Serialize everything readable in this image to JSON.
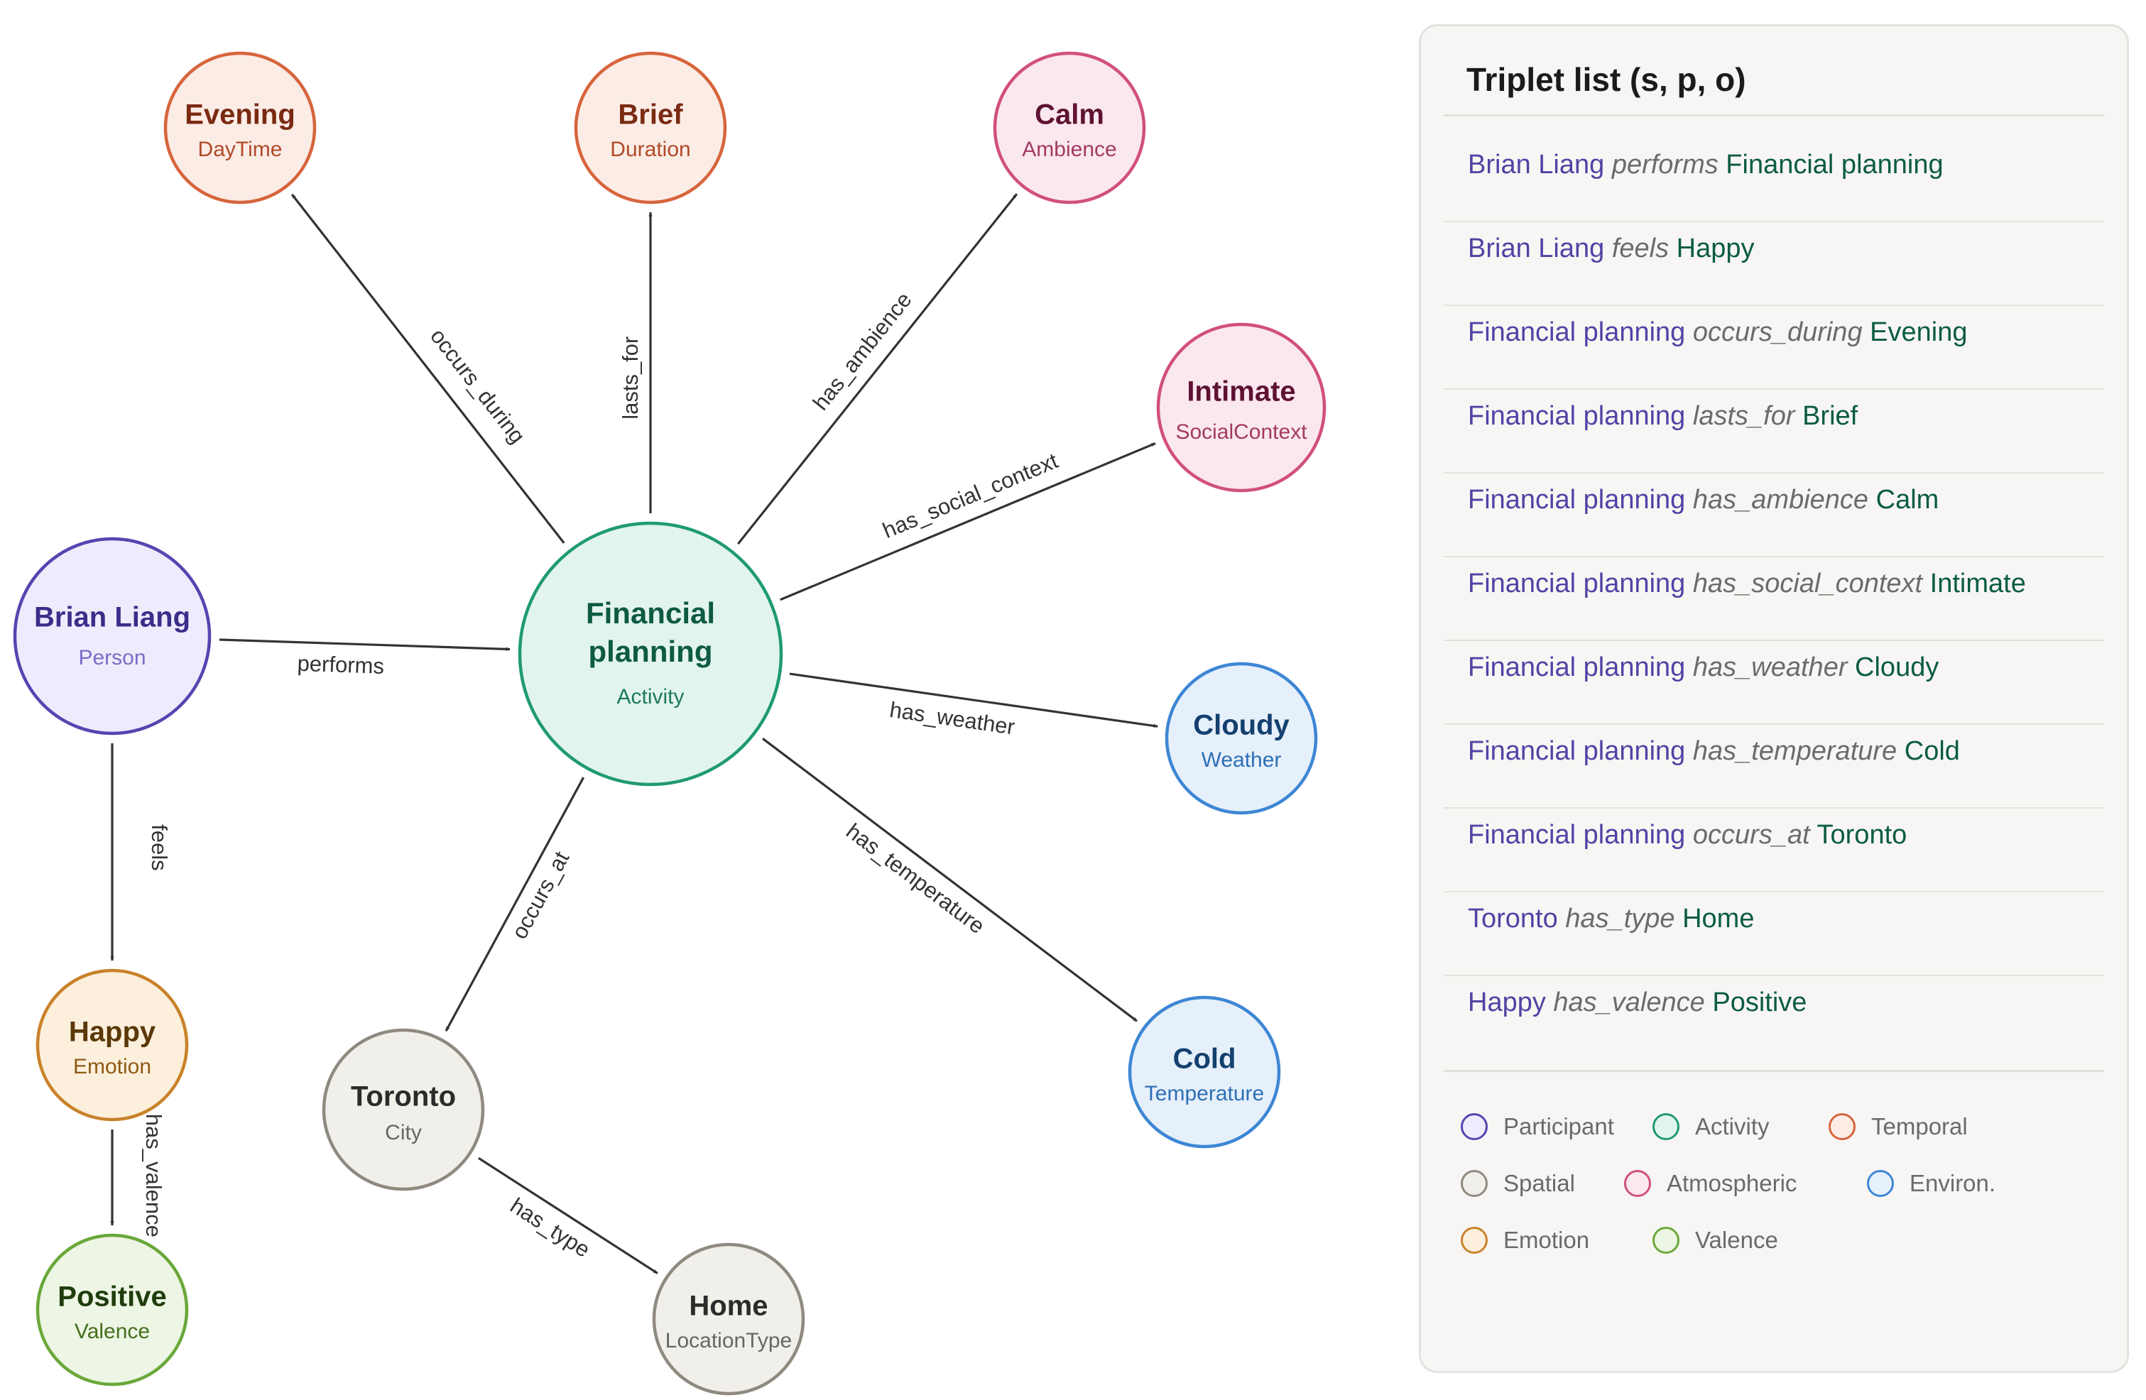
{
  "graph": {
    "nodes": [
      {
        "id": "brian",
        "label": "Brian Liang",
        "type": "Person",
        "category": "participant"
      },
      {
        "id": "fp",
        "label_lines": [
          "Financial",
          "planning"
        ],
        "type": "Activity",
        "category": "activity"
      },
      {
        "id": "evening",
        "label": "Evening",
        "type": "DayTime",
        "category": "temporal"
      },
      {
        "id": "brief",
        "label": "Brief",
        "type": "Duration",
        "category": "temporal"
      },
      {
        "id": "calm",
        "label": "Calm",
        "type": "Ambience",
        "category": "atmospheric"
      },
      {
        "id": "intimate",
        "label": "Intimate",
        "type": "SocialContext",
        "category": "atmospheric"
      },
      {
        "id": "cloudy",
        "label": "Cloudy",
        "type": "Weather",
        "category": "environ"
      },
      {
        "id": "cold",
        "label": "Cold",
        "type": "Temperature",
        "category": "environ"
      },
      {
        "id": "toronto",
        "label": "Toronto",
        "type": "City",
        "category": "spatial"
      },
      {
        "id": "home",
        "label": "Home",
        "type": "LocationType",
        "category": "spatial"
      },
      {
        "id": "happy",
        "label": "Happy",
        "type": "Emotion",
        "category": "emotion"
      },
      {
        "id": "positive",
        "label": "Positive",
        "type": "Valence",
        "category": "valence"
      }
    ],
    "edges": [
      {
        "from": "brian",
        "to": "fp",
        "label": "performs"
      },
      {
        "from": "brian",
        "to": "happy",
        "label": "feels"
      },
      {
        "from": "fp",
        "to": "evening",
        "label": "occurs_during"
      },
      {
        "from": "fp",
        "to": "brief",
        "label": "lasts_for"
      },
      {
        "from": "fp",
        "to": "calm",
        "label": "has_ambience"
      },
      {
        "from": "fp",
        "to": "intimate",
        "label": "has_social_context"
      },
      {
        "from": "fp",
        "to": "cloudy",
        "label": "has_weather"
      },
      {
        "from": "fp",
        "to": "cold",
        "label": "has_temperature"
      },
      {
        "from": "fp",
        "to": "toronto",
        "label": "occurs_at"
      },
      {
        "from": "toronto",
        "to": "home",
        "label": "has_type"
      },
      {
        "from": "happy",
        "to": "positive",
        "label": "has_valence"
      }
    ]
  },
  "categories": {
    "participant": {
      "name": "Participant",
      "stroke": "#5545b0",
      "fill": "#eeecfc",
      "label_color": "#3a2e8a",
      "type_color": "#7a6cc8"
    },
    "activity": {
      "name": "Activity",
      "stroke": "#1f9a73",
      "fill": "#e2f4ee",
      "label_color": "#0e5a44",
      "type_color": "#1e7a5c"
    },
    "temporal": {
      "name": "Temporal",
      "stroke": "#d8643c",
      "fill": "#fbece6",
      "label_color": "#7a2a12",
      "type_color": "#b14a28"
    },
    "spatial": {
      "name": "Spatial",
      "stroke": "#8f8a80",
      "fill": "#f1efe9",
      "label_color": "#2b2b2b",
      "type_color": "#666666"
    },
    "atmospheric": {
      "name": "Atmospheric",
      "stroke": "#d14f7e",
      "fill": "#fbe8ef",
      "label_color": "#5e1232",
      "type_color": "#a33a62"
    },
    "environ": {
      "name": "Environ.",
      "stroke": "#3d86d4",
      "fill": "#e6f0fb",
      "label_color": "#13406e",
      "type_color": "#2d6fb4"
    },
    "emotion": {
      "name": "Emotion",
      "stroke": "#c9822a",
      "fill": "#fcefdc",
      "label_color": "#5a3808",
      "type_color": "#8f5a14"
    },
    "valence": {
      "name": "Valence",
      "stroke": "#6aa83a",
      "fill": "#edf5e4",
      "label_color": "#1f3d0c",
      "type_color": "#44701e"
    }
  },
  "edge_color": "#333333",
  "panel": {
    "title": "Triplet list (s, p, o)",
    "triplets": [
      {
        "s": "Brian Liang",
        "p": "performs",
        "o": "Financial planning"
      },
      {
        "s": "Brian Liang",
        "p": "feels",
        "o": "Happy"
      },
      {
        "s": "Financial planning",
        "p": "occurs_during",
        "o": "Evening"
      },
      {
        "s": "Financial planning",
        "p": "lasts_for",
        "o": "Brief"
      },
      {
        "s": "Financial planning",
        "p": "has_ambience",
        "o": "Calm"
      },
      {
        "s": "Financial planning",
        "p": "has_social_context",
        "o": "Intimate"
      },
      {
        "s": "Financial planning",
        "p": "has_weather",
        "o": "Cloudy"
      },
      {
        "s": "Financial planning",
        "p": "has_temperature",
        "o": "Cold"
      },
      {
        "s": "Financial planning",
        "p": "occurs_at",
        "o": "Toronto"
      },
      {
        "s": "Toronto",
        "p": "has_type",
        "o": "Home"
      },
      {
        "s": "Happy",
        "p": "has_valence",
        "o": "Positive"
      }
    ],
    "legend": [
      "participant",
      "activity",
      "temporal",
      "spatial",
      "atmospheric",
      "environ",
      "emotion",
      "valence"
    ]
  }
}
